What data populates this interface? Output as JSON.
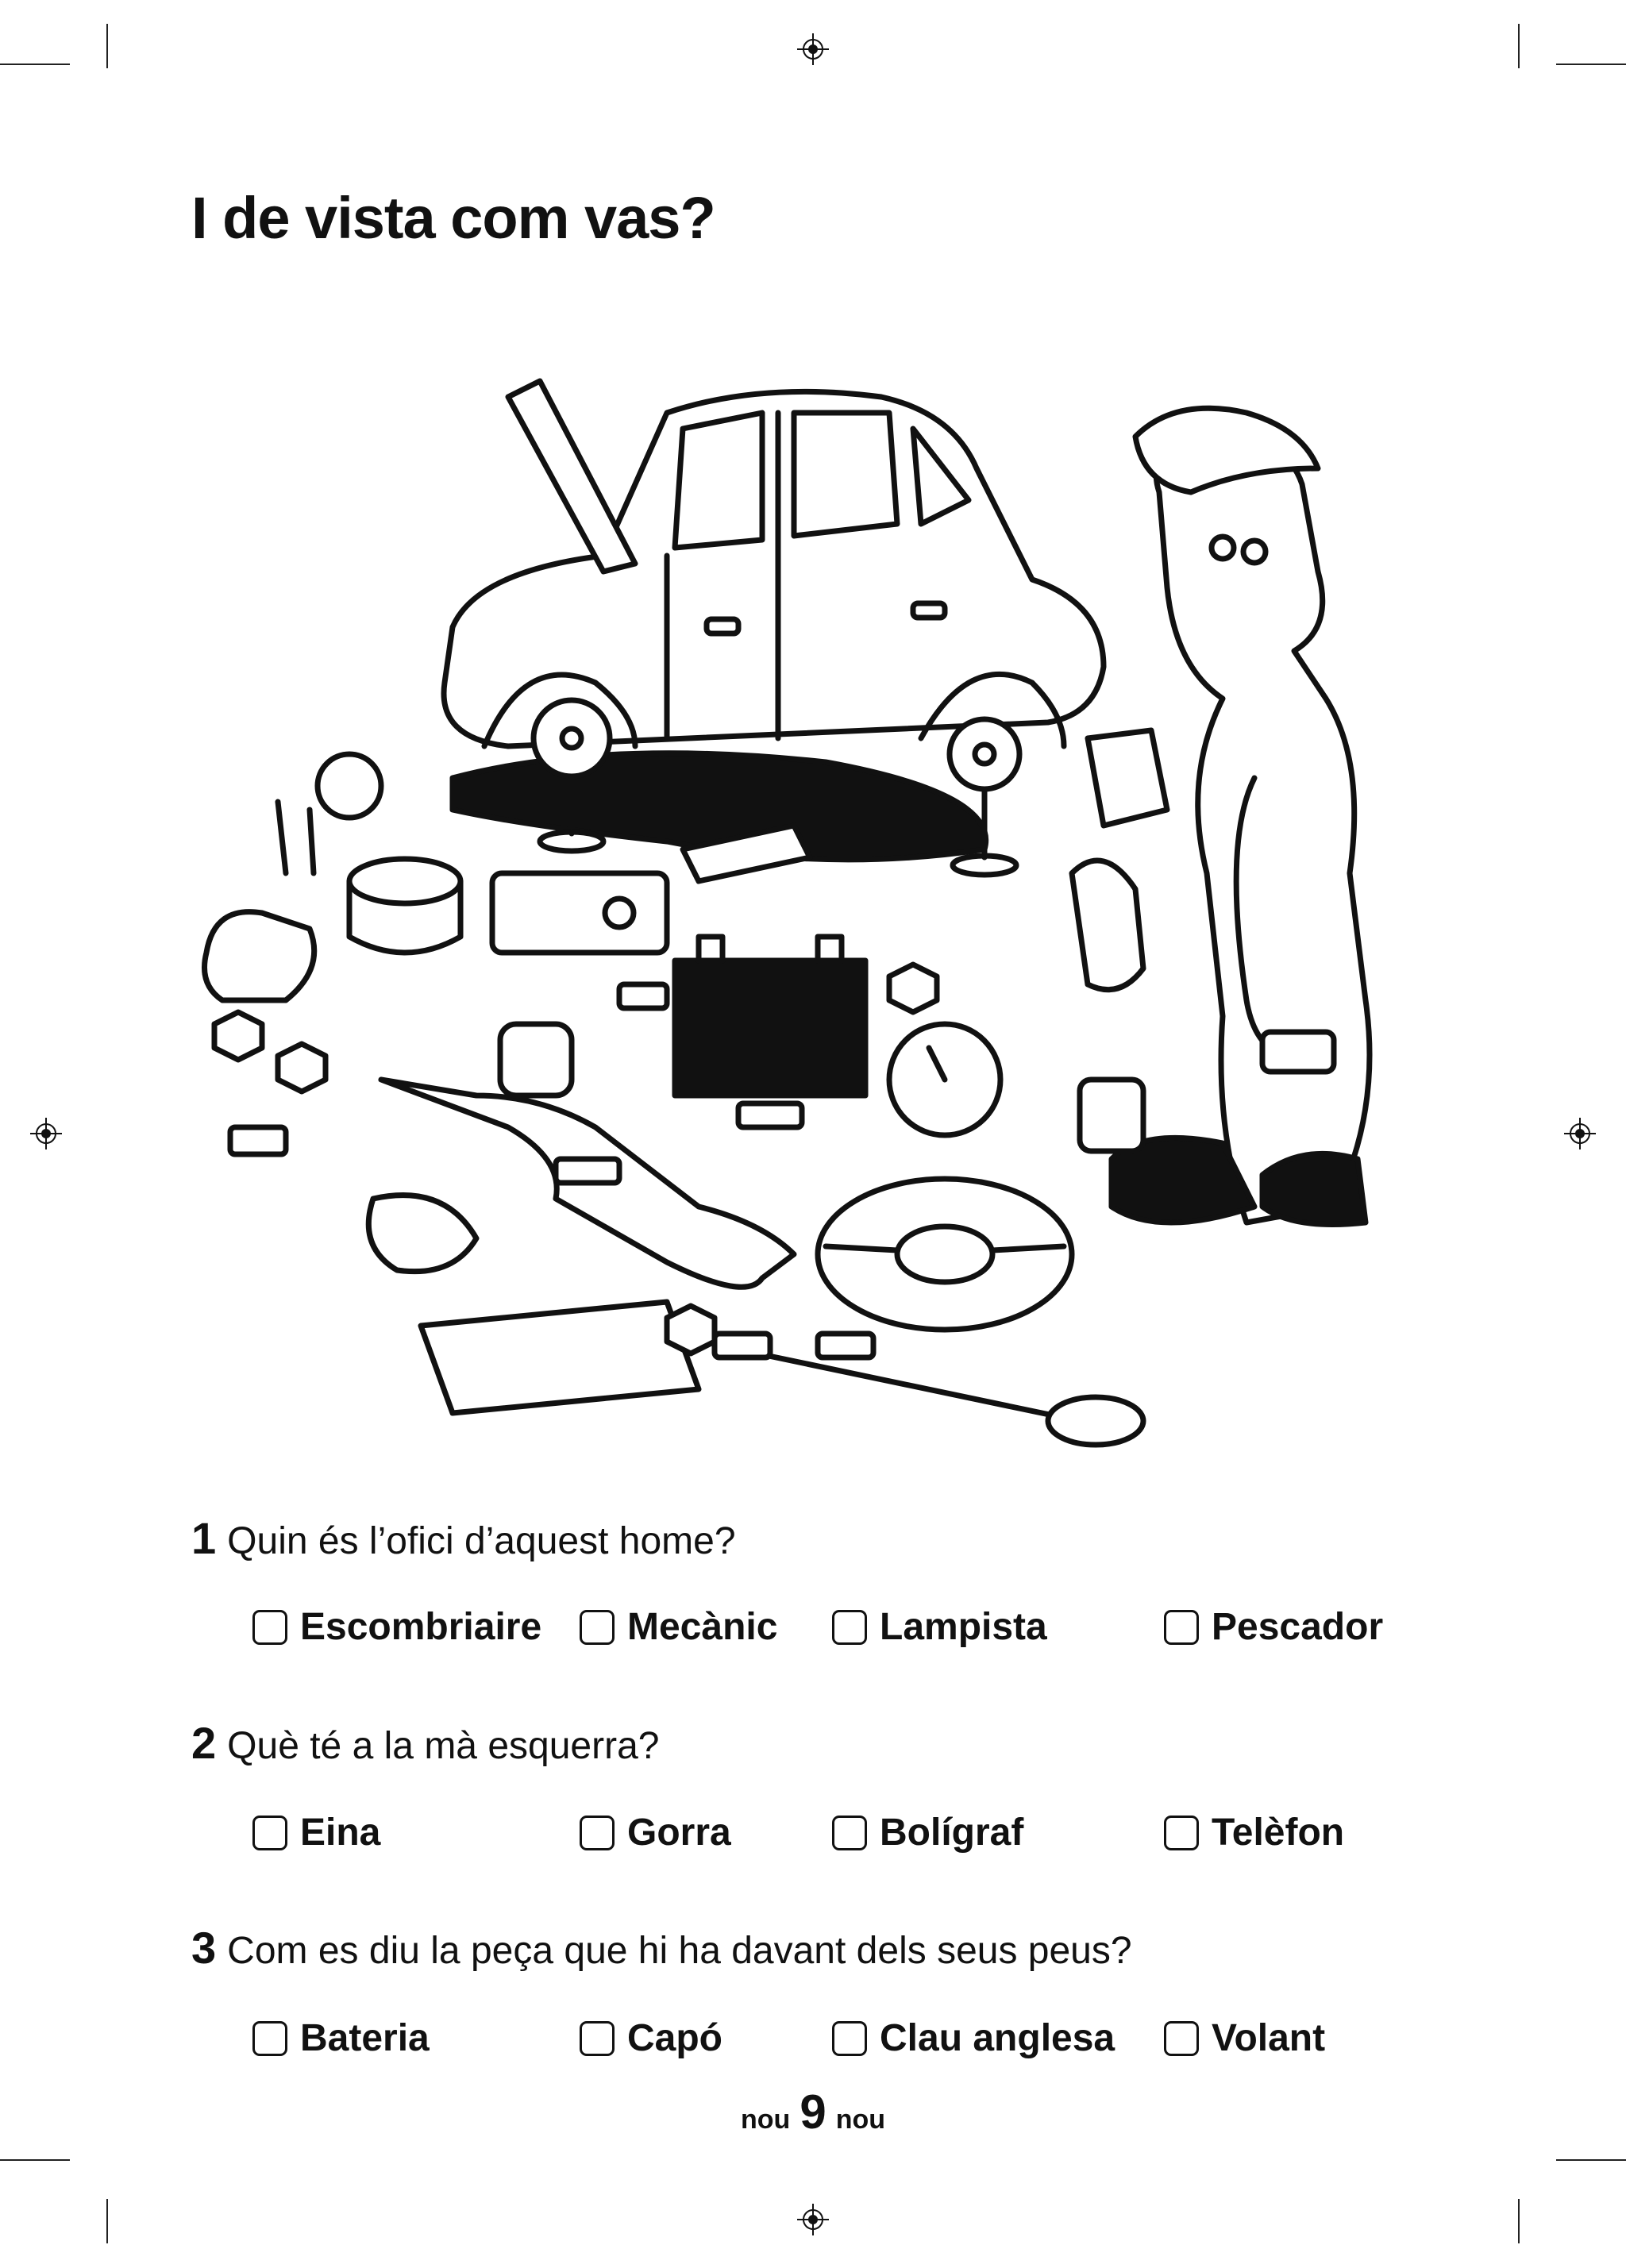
{
  "page": {
    "title": "I de vista com vas?"
  },
  "illustration": {
    "subject": "mechanic standing next to a car with an open hood surrounded by scattered car parts"
  },
  "questions": [
    {
      "number": "1",
      "text": "Quin és l’ofici d’aquest home?",
      "options": [
        "Escombriaire",
        "Mecànic",
        "Lampista",
        "Pescador"
      ]
    },
    {
      "number": "2",
      "text": "Què té a la mà esquerra?",
      "options": [
        "Eina",
        "Gorra",
        "Bolígraf",
        "Telèfon"
      ]
    },
    {
      "number": "3",
      "text": "Com es diu la peça que hi ha davant dels seus peus?",
      "options": [
        "Bateria",
        "Capó",
        "Clau anglesa",
        "Volant"
      ]
    }
  ],
  "footer": {
    "left": "nou",
    "page_number": "9",
    "right": "nou"
  }
}
